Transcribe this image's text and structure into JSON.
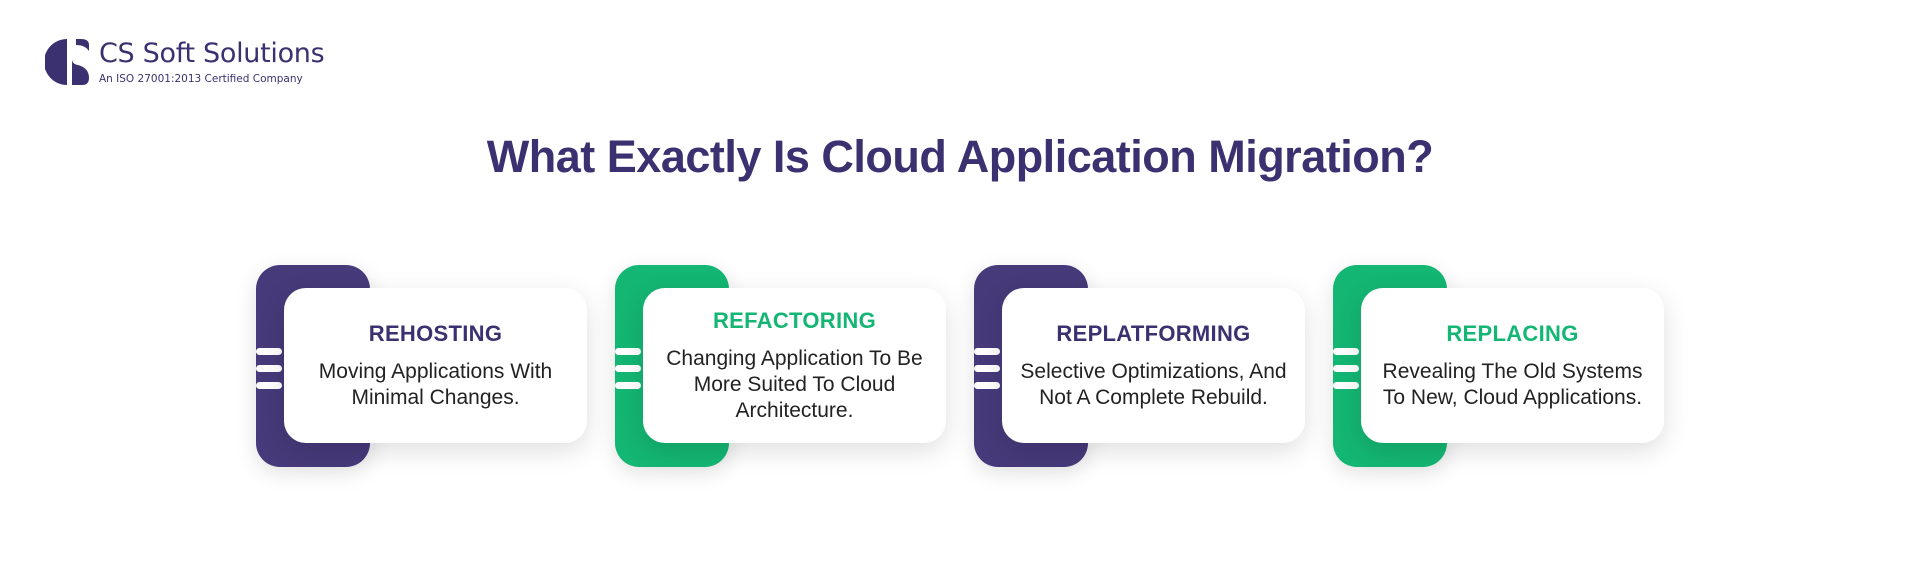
{
  "brand": {
    "name": "CS Soft Solutions",
    "tagline": "An ISO 27001:2013 Certified Company"
  },
  "title": "What Exactly Is Cloud Application Migration?",
  "colors": {
    "purple": "#463a7a",
    "green": "#14b673",
    "title": "#3b3170"
  },
  "cards": [
    {
      "heading": "REHOSTING",
      "text": "Moving Applications With Minimal Changes.",
      "color": "purple"
    },
    {
      "heading": "REFACTORING",
      "text": "Changing Application To Be More Suited To Cloud Architecture.",
      "color": "green"
    },
    {
      "heading": "REPLATFORMING",
      "text": "Selective Optimizations, And Not A Complete Rebuild.",
      "color": "purple"
    },
    {
      "heading": "REPLACING",
      "text": "Revealing The Old Systems To New, Cloud Applications.",
      "color": "green"
    }
  ]
}
